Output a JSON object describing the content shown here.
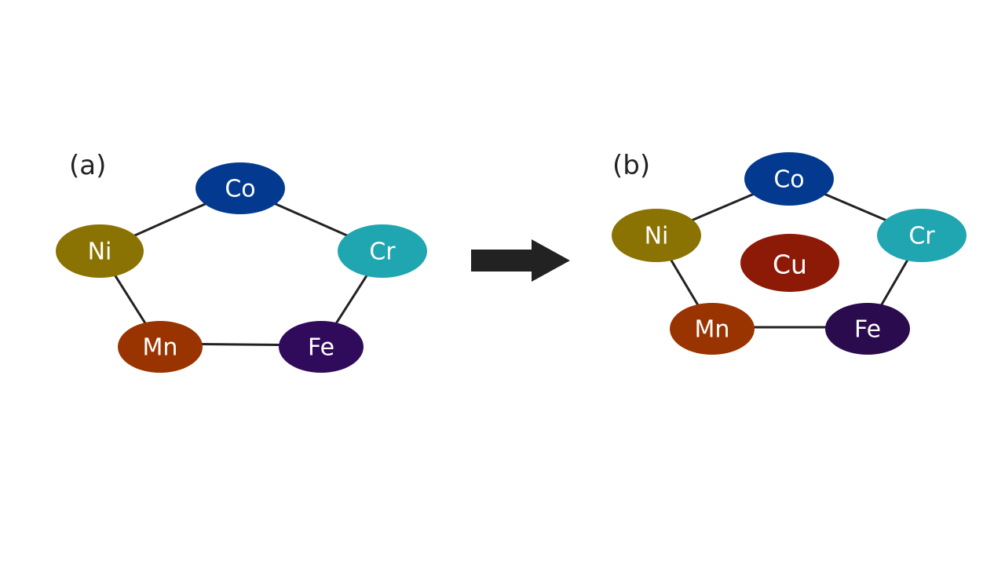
{
  "panels": [
    {
      "label": "(a)",
      "nodes": [
        {
          "id": "Co",
          "label": "Co",
          "color": "#033a8f",
          "role": "ring"
        },
        {
          "id": "Cr",
          "label": "Cr",
          "color": "#1fa6b0",
          "role": "ring"
        },
        {
          "id": "Fe",
          "label": "Fe",
          "color": "#300b5c",
          "role": "ring"
        },
        {
          "id": "Mn",
          "label": "Mn",
          "color": "#993300",
          "role": "ring"
        },
        {
          "id": "Ni",
          "label": "Ni",
          "color": "#8a7302",
          "role": "ring"
        }
      ],
      "edges": [
        [
          "Co",
          "Cr"
        ],
        [
          "Cr",
          "Fe"
        ],
        [
          "Fe",
          "Mn"
        ],
        [
          "Mn",
          "Ni"
        ],
        [
          "Ni",
          "Co"
        ]
      ]
    },
    {
      "label": "(b)",
      "nodes": [
        {
          "id": "Co",
          "label": "Co",
          "color": "#033a8f",
          "role": "ring"
        },
        {
          "id": "Cr",
          "label": "Cr",
          "color": "#1fa6b0",
          "role": "ring"
        },
        {
          "id": "Fe",
          "label": "Fe",
          "color": "#2a0b4d",
          "role": "ring"
        },
        {
          "id": "Mn",
          "label": "Mn",
          "color": "#993300",
          "role": "ring"
        },
        {
          "id": "Ni",
          "label": "Ni",
          "color": "#8a7302",
          "role": "ring"
        },
        {
          "id": "Cu",
          "label": "Cu",
          "color": "#8c1a06",
          "role": "center"
        }
      ],
      "edges": [
        [
          "Co",
          "Cr"
        ],
        [
          "Cr",
          "Fe"
        ],
        [
          "Fe",
          "Mn"
        ],
        [
          "Mn",
          "Ni"
        ],
        [
          "Ni",
          "Co"
        ]
      ]
    }
  ],
  "arrow": {
    "meaning": "transition from (a) to (b)",
    "color": "#222222"
  }
}
